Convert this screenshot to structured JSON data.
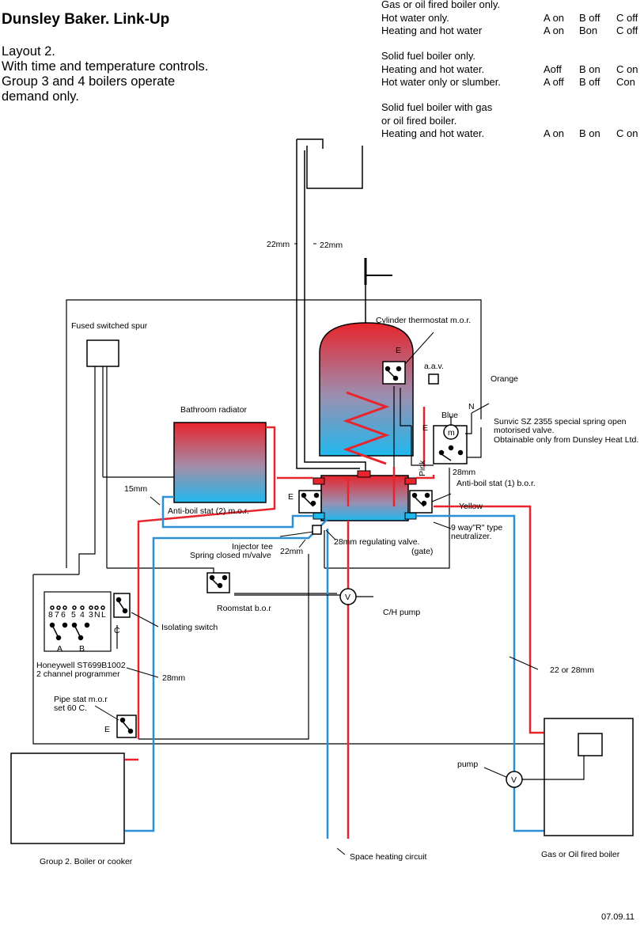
{
  "header": {
    "title": "Dunsley Baker. Link-Up",
    "intro": [
      "Layout 2.",
      "With time and temperature controls.",
      "Group 3 and 4 boilers operate",
      "demand only."
    ]
  },
  "settings": [
    {
      "heading": "Gas or oil fired boiler only.",
      "rows": [
        {
          "label": "Hot water only.",
          "a": "A on",
          "b": "B off",
          "c": "C off"
        },
        {
          "label": "Heating and hot water",
          "a": "A on",
          "b": "Bon",
          "c": "C off"
        }
      ]
    },
    {
      "heading": "Solid fuel boiler only.",
      "rows": [
        {
          "label": "Heating and hot water.",
          "a": "Aoff",
          "b": "B on",
          "c": "C on"
        },
        {
          "label": "Hot water only or slumber.",
          "a": "A off",
          "b": "B off",
          "c": "Con"
        }
      ]
    },
    {
      "heading": "Solid fuel boiler with gas",
      "heading2": "or oil fired boiler.",
      "rows": [
        {
          "label": "Heating and hot water.",
          "a": "A on",
          "b": "B on",
          "c": "C on"
        }
      ]
    }
  ],
  "labels": {
    "pipe_22_left": "22mm",
    "pipe_22_right": "22mm",
    "cylinder_thermostat": "Cylinder thermostat m.o.r.",
    "earth_cyl": "E",
    "aav": "a.a.v.",
    "orange": "Orange",
    "fused_spur": "Fused switched spur",
    "bathroom_radiator": "Bathroom radiator",
    "blue": "Blue",
    "n": "N",
    "earth_valve": "E",
    "motor": "m",
    "sunvic_1": "Sunvic SZ 2355 special spring open",
    "sunvic_2": "motorised valve.",
    "sunvic_3": "Obtainable only from Dunsley Heat Ltd.",
    "pink": "Pink",
    "pipe_28_top": "28mm",
    "anti_boil_1": "Anti-boil stat (1) b.o.r.",
    "pipe_15": "15mm",
    "earth_antiboil": "E",
    "yellow": "Yellow",
    "anti_boil_2": "Anti-boil stat (2) m.o.r.",
    "neutralizer_1": "9 way\"R\" type",
    "neutralizer_2": "neutralizer.",
    "injector_tee": "Injector tee",
    "spring_closed": "Spring closed m/valve",
    "pipe_22_inj": "22mm",
    "regulating_1": "28mm regulating valve.",
    "regulating_2": "(gate)",
    "roomstat": "Roomstat b.o.r",
    "pump_v": "V",
    "ch_pump": "C/H pump",
    "terminals": [
      "8",
      "7",
      "6",
      "5",
      "4",
      "3",
      "N",
      "L"
    ],
    "switch_a": "A",
    "switch_b": "B",
    "switch_c": "C",
    "isolating_switch": "Isolating switch",
    "programmer_1": "Honeywell ST699B1002",
    "programmer_2": "2 channel programmer",
    "pipe_28_mid": "28mm",
    "pipe_22_28": "22 or 28mm",
    "pipe_stat_1": "Pipe stat m.o.r",
    "pipe_stat_2": "set 60 C.",
    "earth_pipestat": "E",
    "pump": "pump",
    "pump_v2": "V",
    "group2": "Group 2. Boiler or cooker",
    "space_heating": "Space heating circuit",
    "gas_oil_boiler": "Gas or Oil fired boiler"
  },
  "footer": {
    "date": "07.09.11"
  },
  "colors": {
    "flow": "#e8242c",
    "return": "#2b8fd6",
    "wire": "#000000"
  }
}
